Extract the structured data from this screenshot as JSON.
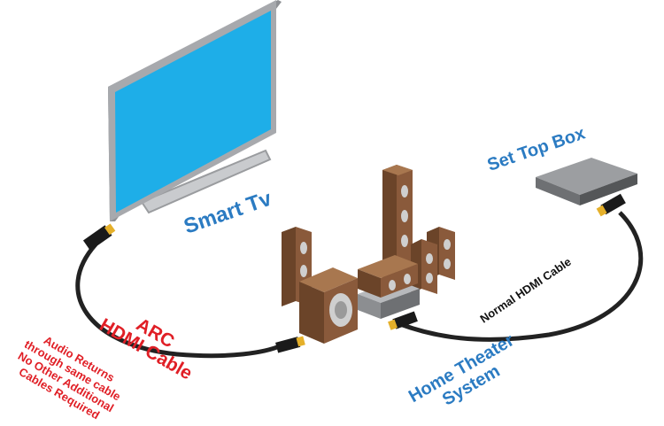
{
  "labels": {
    "smart_tv": "Smart Tv",
    "set_top_box": "Set Top Box",
    "arc_title_line1": "ARC",
    "arc_title_line2": "HDMI Cable",
    "arc_note_line1": "Audio Returns",
    "arc_note_line2": "through same cable",
    "arc_note_line3": "No Other Additional",
    "arc_note_line4": "Cables Required",
    "home_theater_line1": "Home Theater",
    "home_theater_line2": "System",
    "normal_cable": "Normal HDMI Cable"
  },
  "colors": {
    "label_blue": "#2b7bc2",
    "label_red": "#e01f26",
    "screen_blue": "#1eaee8",
    "speaker_brown": "#8a5a3b",
    "cable_dark": "#222222",
    "connector_gold": "#e5b02a"
  }
}
